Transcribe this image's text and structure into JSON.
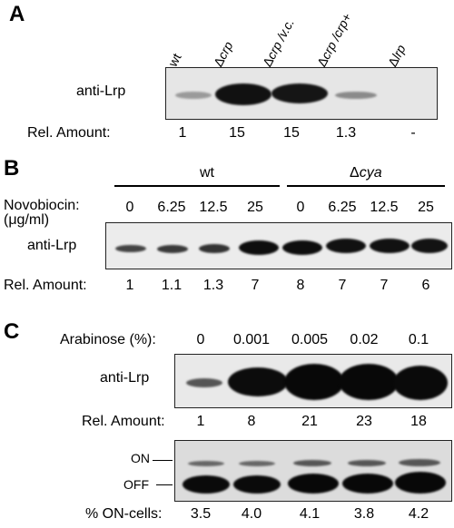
{
  "panelA": {
    "letter": "A",
    "lanes": [
      {
        "pre": "wt",
        "mid": "",
        "post": ""
      },
      {
        "pre": "Δ",
        "mid": "crp",
        "post": ""
      },
      {
        "pre": "Δ",
        "mid": "crp",
        "post": " /v.c."
      },
      {
        "pre": "Δ",
        "mid": "crp",
        "post": " /crp+"
      },
      {
        "pre": "Δ",
        "mid": "lrp",
        "post": ""
      }
    ],
    "blot_label": "anti-Lrp",
    "rel_label": "Rel. Amount:",
    "rel_values": [
      "1",
      "15",
      "15",
      "1.3",
      "-"
    ]
  },
  "panelB": {
    "letter": "B",
    "group_wt": "wt",
    "group_cya_prefix": "Δ",
    "group_cya_name": "cya",
    "novo_label": "Novobiocin:",
    "novo_unit": "(μg/ml)",
    "concentrations": [
      "0",
      "6.25",
      "12.5",
      "25",
      "0",
      "6.25",
      "12.5",
      "25"
    ],
    "blot_label": "anti-Lrp",
    "rel_label": "Rel. Amount:",
    "rel_values": [
      "1",
      "1.1",
      "1.3",
      "7",
      "8",
      "7",
      "7",
      "6"
    ]
  },
  "panelC": {
    "letter": "C",
    "arab_label": "Arabinose (%):",
    "arab_values": [
      "0",
      "0.001",
      "0.005",
      "0.02",
      "0.1"
    ],
    "blot_label": "anti-Lrp",
    "rel_label": "Rel. Amount:",
    "rel_values": [
      "1",
      "8",
      "21",
      "23",
      "18"
    ],
    "on_label": "ON",
    "off_label": "OFF",
    "pct_label": "% ON-cells:",
    "pct_values": [
      "3.5",
      "4.0",
      "4.1",
      "3.8",
      "4.2"
    ]
  }
}
